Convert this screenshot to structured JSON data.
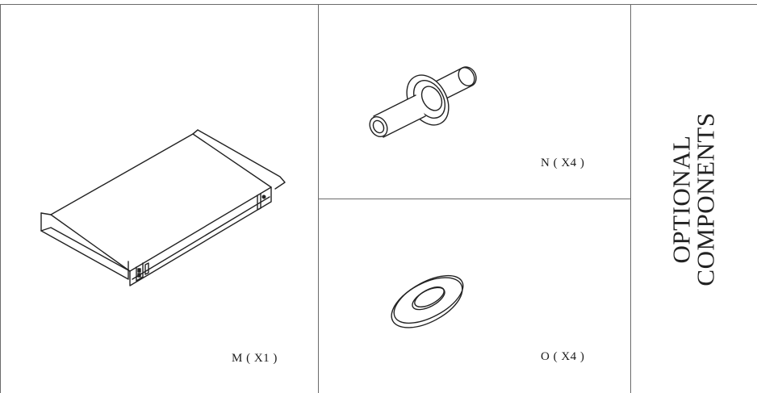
{
  "parts": {
    "m": {
      "label": "M ( X1 )"
    },
    "n": {
      "label": "N ( X4 )"
    },
    "o": {
      "label": "O ( X4 )"
    }
  },
  "side_title": {
    "line1": "OPTIONAL",
    "line2": "COMPONENTS"
  }
}
